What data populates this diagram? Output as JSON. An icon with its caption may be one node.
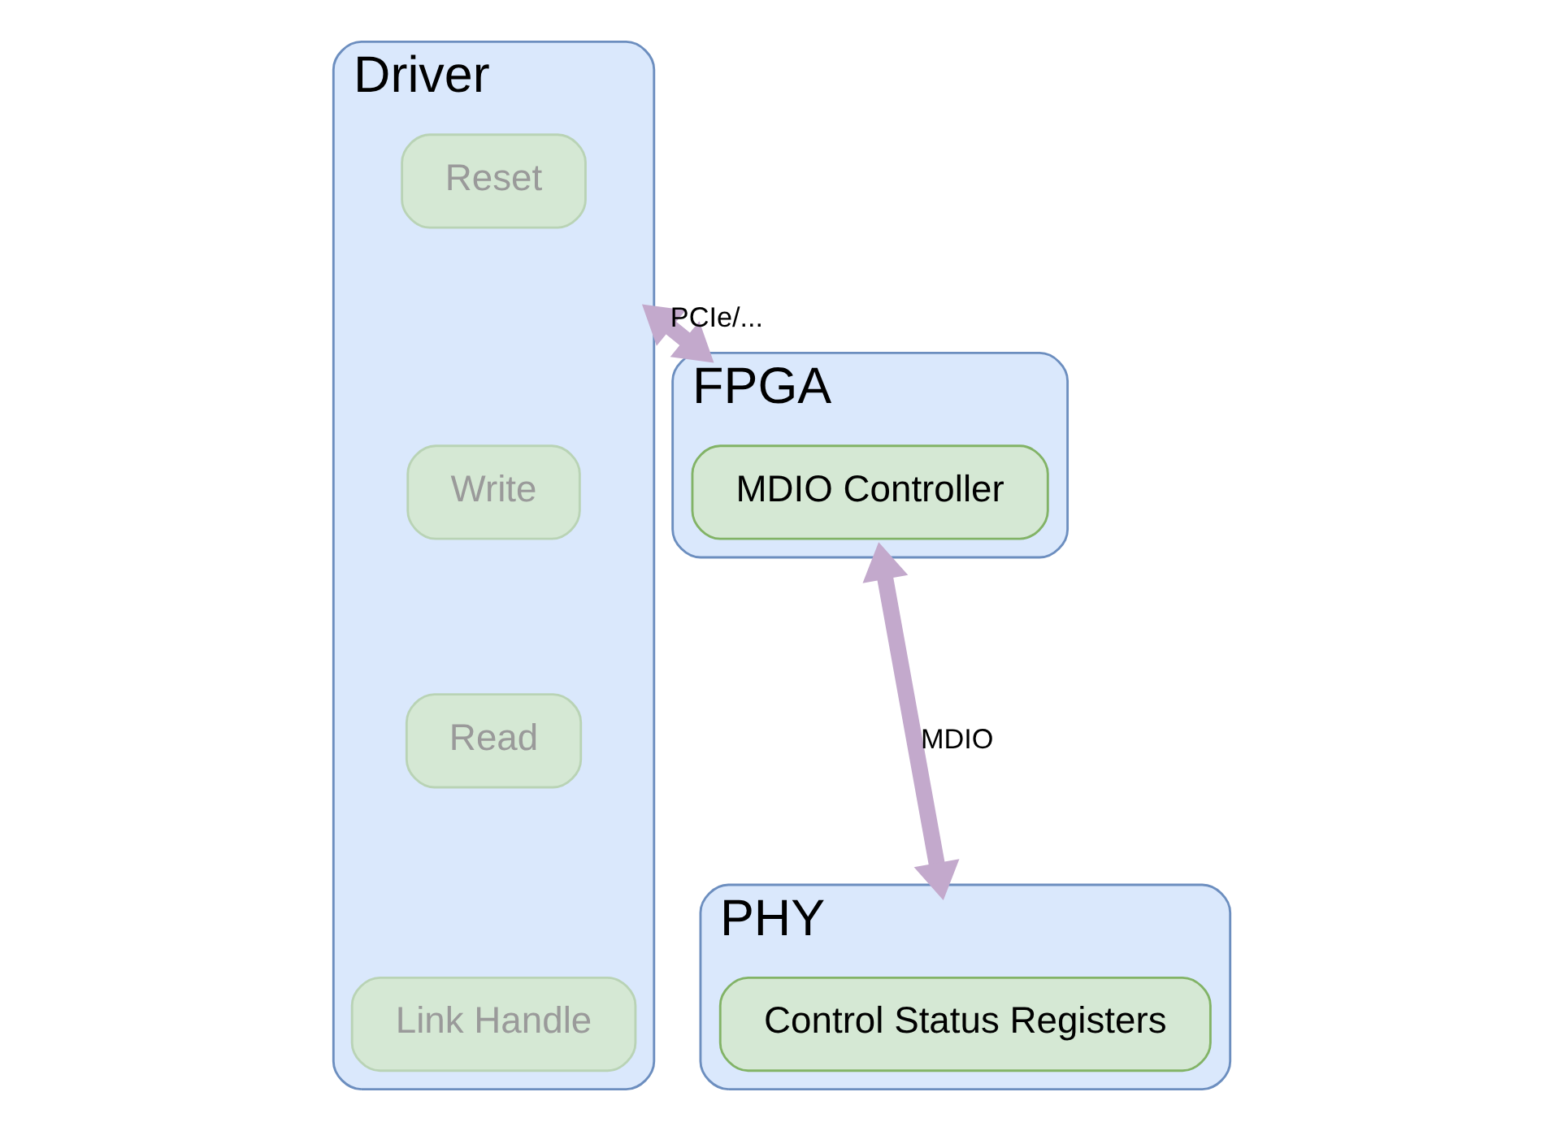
{
  "diagram": {
    "nodes": [
      {
        "text": [
          "Driver"
        ]
      },
      {
        "text": [
          "Reset"
        ],
        "in": 0
      },
      {
        "text": [
          "Write"
        ],
        "in": 0
      },
      {
        "text": [
          "Read"
        ],
        "in": 0
      },
      {
        "text": [
          "Link Handle"
        ],
        "in": 0
      },
      {
        "text": [
          "FPGA"
        ]
      },
      {
        "text": [
          "MDIO Controller"
        ],
        "in": 5
      },
      {
        "text": [
          "PHY"
        ]
      },
      {
        "text": [
          "Control Status Registers"
        ],
        "in": 7
      }
    ],
    "edges": [
      {
        "from": 0,
        "to": 5,
        "arrow": "both",
        "label": "PCIe/..."
      },
      {
        "from": 5,
        "to": 7,
        "arrow": "both",
        "label": "MDIO"
      }
    ]
  }
}
